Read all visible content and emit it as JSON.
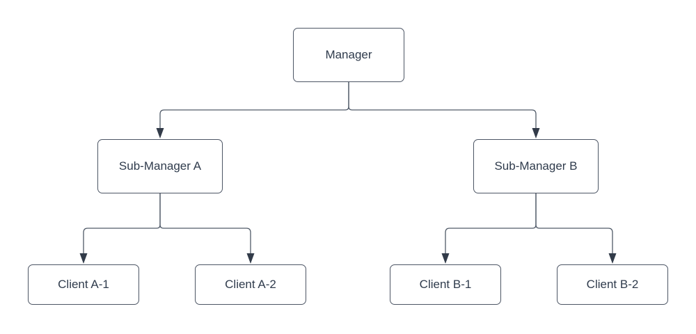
{
  "diagram": {
    "kind": "org-chart",
    "background_color": "#ffffff",
    "colors": {
      "node_fill": "#ffffff",
      "node_border": "#4c5564",
      "connector": "#505a68",
      "arrowhead": "#323b49",
      "text": "#2f3b4c"
    },
    "nodes": {
      "manager": {
        "label": "Manager"
      },
      "sub_a": {
        "label": "Sub-Manager A"
      },
      "sub_b": {
        "label": "Sub-Manager B"
      },
      "client_a1": {
        "label": "Client A-1"
      },
      "client_a2": {
        "label": "Client A-2"
      },
      "client_b1": {
        "label": "Client B-1"
      },
      "client_b2": {
        "label": "Client B-2"
      }
    },
    "edges": [
      {
        "from": "Manager",
        "to": "Sub-Manager A"
      },
      {
        "from": "Manager",
        "to": "Sub-Manager B"
      },
      {
        "from": "Sub-Manager A",
        "to": "Client A-1"
      },
      {
        "from": "Sub-Manager A",
        "to": "Client A-2"
      },
      {
        "from": "Sub-Manager B",
        "to": "Client B-1"
      },
      {
        "from": "Sub-Manager B",
        "to": "Client B-2"
      }
    ]
  }
}
